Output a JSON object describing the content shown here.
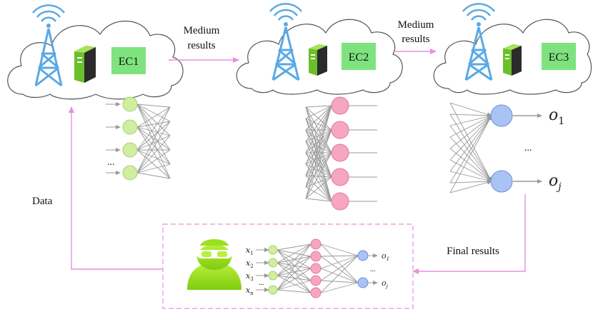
{
  "edge_clouds": [
    {
      "label": "EC1"
    },
    {
      "label": "EC2"
    },
    {
      "label": "EC3"
    }
  ],
  "flow_labels": {
    "medium_results_1": [
      "Medium",
      "results"
    ],
    "medium_results_2": [
      "Medium",
      "results"
    ],
    "final_results": "Final results",
    "data": "Data"
  },
  "network_labels": {
    "ec1_ellipsis": "...",
    "ec3_ellipsis": "...",
    "ec3_output_first_base": "o",
    "ec3_output_first_sub": "1",
    "ec3_output_last_base": "o",
    "ec3_output_last_sub": "j"
  },
  "device_network": {
    "inputs": [
      {
        "base": "x",
        "sub": "1"
      },
      {
        "base": "x",
        "sub": "2"
      },
      {
        "base": "x",
        "sub": "3"
      },
      {
        "base": "x",
        "sub": "n"
      }
    ],
    "input_ellipsis": "...",
    "outputs": [
      {
        "base": "o",
        "sub": "1"
      },
      {
        "base": "o",
        "sub": "j"
      }
    ],
    "output_ellipsis": "..."
  },
  "colors": {
    "cloud_stroke": "#555555",
    "tower": "#5aa9e6",
    "ec_label_bg": "#7ee37e",
    "flow_arrow": "#e58fe0",
    "input_layer": "#cfeea0",
    "hidden_layer": "#f7a6c1",
    "output_layer": "#a9c3f5",
    "user_icon": "#9be01f",
    "nn_edge": "#999999"
  }
}
